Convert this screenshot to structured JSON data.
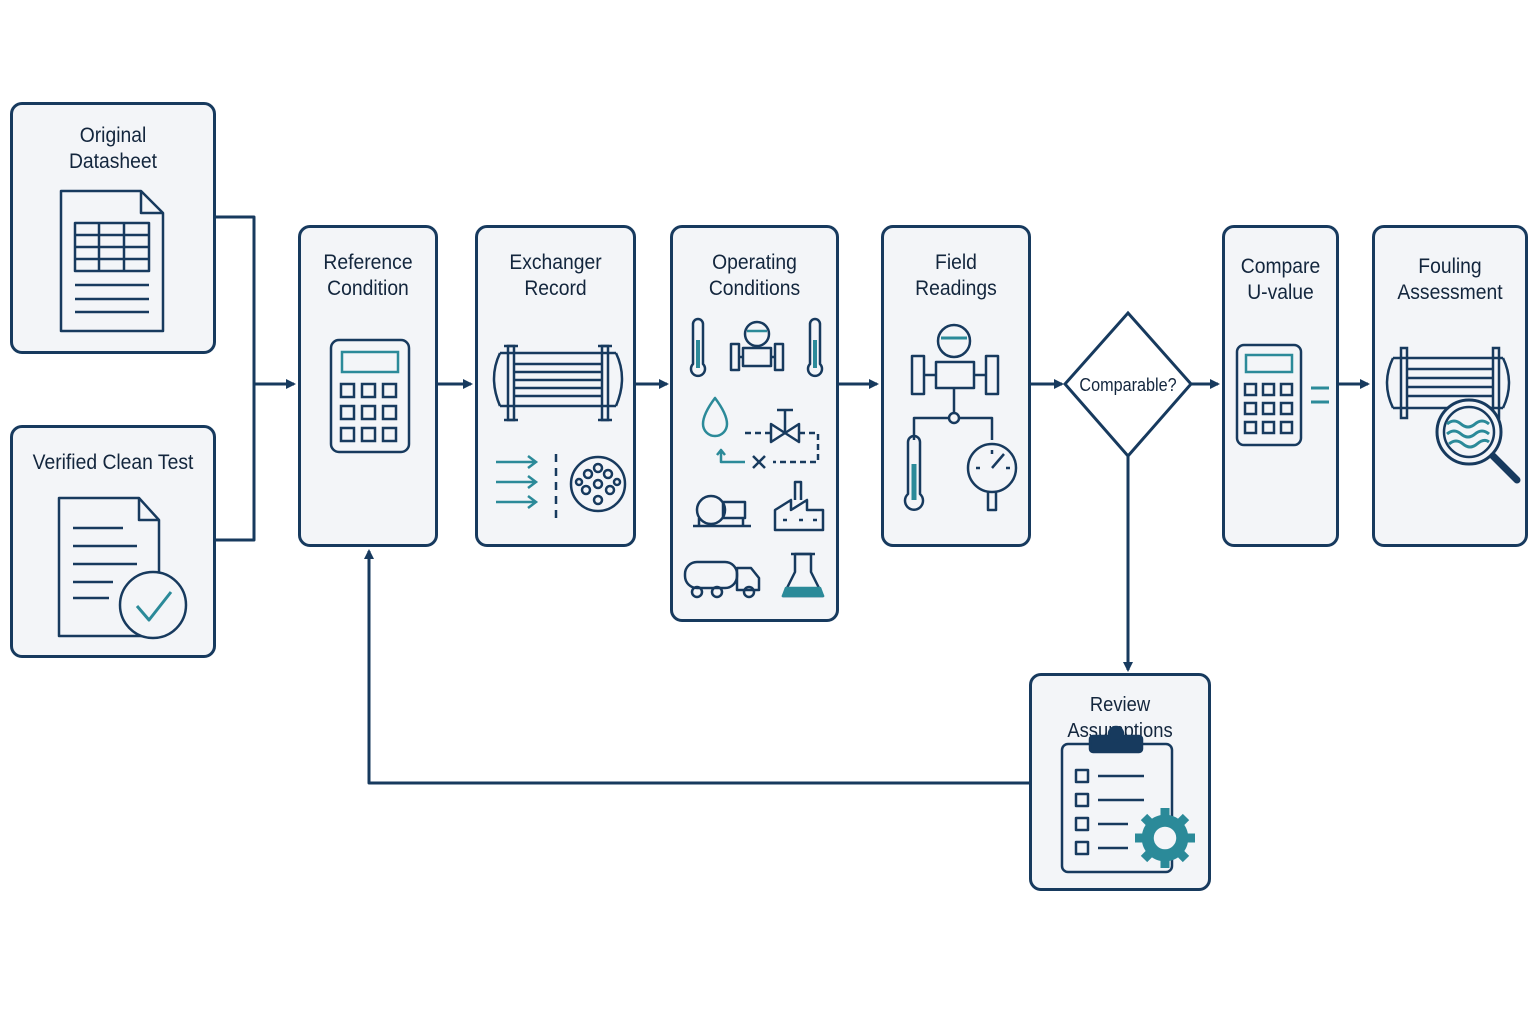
{
  "colors": {
    "stroke": "#173a5e",
    "accent": "#2b8a99",
    "node_fill": "#f3f5f8",
    "text": "#13263d",
    "background": "#ffffff"
  },
  "nodes": {
    "original_datasheet": {
      "label": "Original\nDatasheet",
      "icon": "spreadsheet-document-icon"
    },
    "verified_clean_test": {
      "label": "Verified Clean Test",
      "icon": "verified-document-icon"
    },
    "reference_condition": {
      "label": "Reference\nCondition",
      "icon": "calculator-icon"
    },
    "exchanger_record": {
      "label": "Exchanger\nRecord",
      "icon": "heat-exchanger-icon"
    },
    "operating_conditions": {
      "label": "Operating\nConditions",
      "icon": "process-instruments-icon"
    },
    "field_readings": {
      "label": "Field\nReadings",
      "icon": "flowmeter-gauge-icon"
    },
    "comparable": {
      "label": "Comparable?",
      "icon": "decision-diamond"
    },
    "compare_u_value": {
      "label": "Compare\nU-value",
      "icon": "calculator-equals-icon"
    },
    "fouling_assessment": {
      "label": "Fouling\nAssessment",
      "icon": "exchanger-inspection-icon"
    },
    "review_assumptions": {
      "label": "Review Assumptions",
      "icon": "clipboard-gear-icon"
    }
  }
}
